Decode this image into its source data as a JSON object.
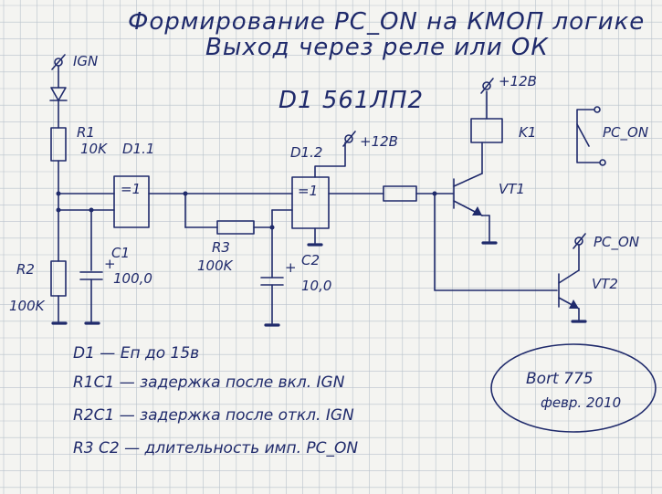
{
  "title": {
    "line1": "Формирование PC_ON на КМОП логике",
    "line2": "Выход через реле или ОК"
  },
  "chip": "D1 561ЛП2",
  "labels": {
    "ign": "IGN",
    "r1": "R1",
    "r1_val": "10K",
    "d11": "D1.1",
    "gate1": "=1",
    "d12": "D1.2",
    "gate2": "=1",
    "plus12_d12": "+12В",
    "plus12_k1": "+12В",
    "k1": "K1",
    "pc_on_relay": "PC_ON",
    "vt1": "VT1",
    "pc_on_ok": "PC_ON",
    "vt2": "VT2",
    "r2": "R2",
    "r2_val": "100K",
    "c1": "C1",
    "c1_val": "100,0",
    "r3": "R3",
    "r3_val": "100K",
    "c2": "C2",
    "c2_val": "10,0",
    "plus": "+"
  },
  "notes": [
    "D1 — Еп до 15в",
    "R1C1 — задержка после вкл. IGN",
    "R2C1 — задержка после откл. IGN",
    "R3 C2 — длительность имп. PC_ON"
  ],
  "stamp": {
    "name": "Bort 775",
    "date": "февр. 2010"
  },
  "colors": {
    "ink": "#1f2a6b",
    "grid": "#b9c2cc",
    "paper": "#f4f4f1"
  }
}
